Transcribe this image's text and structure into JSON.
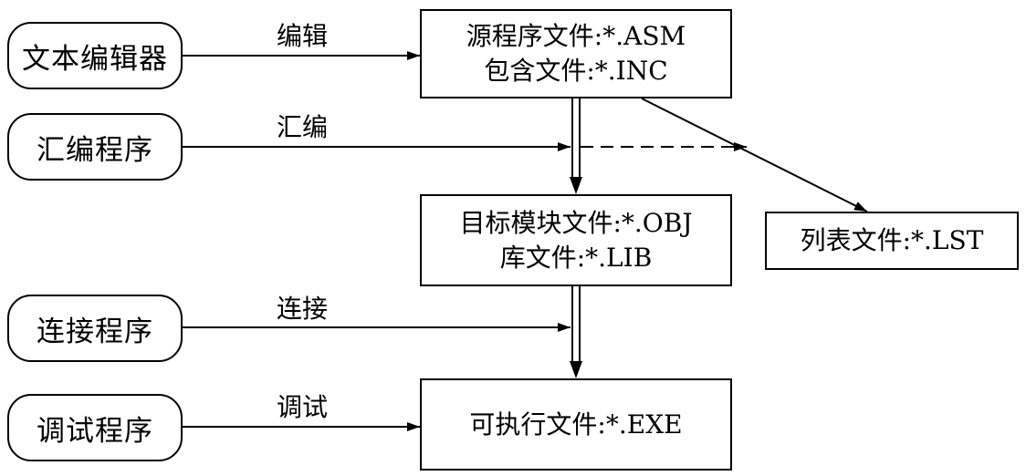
{
  "programs": {
    "editor": "文本编辑器",
    "assembler": "汇编程序",
    "linker": "连接程序",
    "debugger": "调试程序"
  },
  "edge_labels": {
    "edit": "编辑",
    "assemble": "汇编",
    "link": "连接",
    "debug": "调试"
  },
  "files": {
    "source": {
      "line1": "源程序文件:*.ASM",
      "line2": "包含文件:*.INC"
    },
    "object": {
      "line1": "目标模块文件:*.OBJ",
      "line2": "库文件:*.LIB"
    },
    "executable": {
      "line1": "可执行文件:*.EXE"
    },
    "listing": {
      "line1": "列表文件:*.LST"
    }
  }
}
